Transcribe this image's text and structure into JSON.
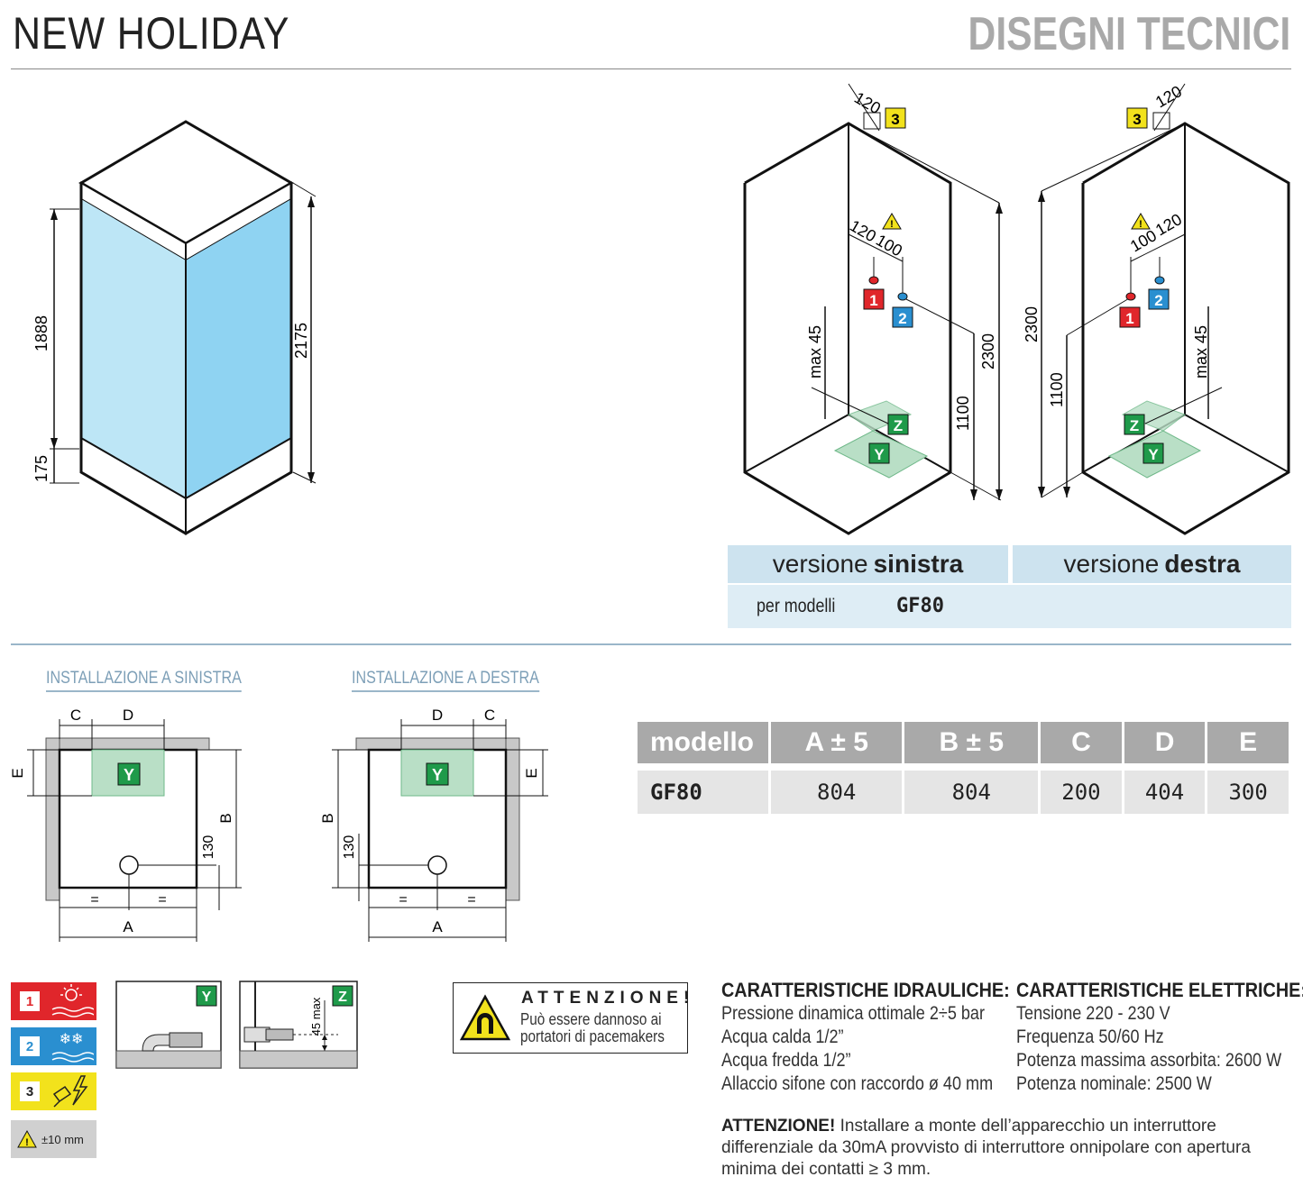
{
  "header": {
    "title_left": "NEW HOLIDAY",
    "title_right": "DISEGNI TECNICI"
  },
  "overview": {
    "dim_total_height": "2175",
    "dim_glass_height": "1888",
    "dim_base_height": "175"
  },
  "plan_left": {
    "dim_width": "120",
    "dim_hot": "120",
    "dim_cold": "100",
    "dim_max": "max 45",
    "dim_height": "2300",
    "dim_valve": "1100"
  },
  "plan_right": {
    "dim_width": "120",
    "dim_hot": "120",
    "dim_cold": "100",
    "dim_max": "max 45",
    "dim_height": "2300",
    "dim_valve": "1100"
  },
  "markers": {
    "hot": "1",
    "cold": "2",
    "electric": "3",
    "drain": "Y",
    "outlet": "Z"
  },
  "versions": {
    "left_prefix": "versione",
    "left_name": "sinistra",
    "right_prefix": "versione",
    "right_name": "destra",
    "models_label": "per modelli",
    "models_value": "GF80"
  },
  "installations": {
    "left_title": "INSTALLAZIONE A SINISTRA",
    "right_title": "INSTALLAZIONE A DESTRA",
    "labels": {
      "a": "A",
      "b": "B",
      "c": "C",
      "d": "D",
      "e": "E",
      "eq": "=",
      "dim130": "130"
    }
  },
  "spec_table": {
    "headers": [
      "modello",
      "A ± 5",
      "B ± 5",
      "C",
      "D",
      "E"
    ],
    "rows": [
      [
        "GF80",
        "804",
        "804",
        "200",
        "404",
        "300"
      ]
    ]
  },
  "legend": {
    "tolerance": "±10 mm",
    "z_detail": "45 max"
  },
  "warning": {
    "title": "ATTENZIONE!",
    "line1": "Può essere dannoso ai",
    "line2": "portatori di pacemakers"
  },
  "hydraulic": {
    "title": "CARATTERISTICHE IDRAULICHE:",
    "lines": [
      "Pressione dinamica ottimale 2÷5 bar",
      "Acqua calda 1/2”",
      "Acqua fredda 1/2”",
      "Allaccio sifone con raccordo ø 40 mm"
    ]
  },
  "electric": {
    "title": "CARATTERISTICHE ELETTRICHE:",
    "lines": [
      "Tensione 220 - 230 V",
      "Frequenza 50/60 Hz",
      "Potenza massima assorbita: 2600 W",
      "Potenza nominale: 2500 W"
    ]
  },
  "note": {
    "label": "ATTENZIONE!",
    "text": "Installare a monte dell’apparecchio un interruttore differenziale da 30mA provvisto di interruttore onnipolare con apertura minima dei contatti ≥ 3 mm."
  },
  "colors": {
    "hot": "#e0262b",
    "cold": "#2a8fd0",
    "electric": "#f2e21c",
    "drain": "#1f9a4a",
    "glass_left": "#bde6f6",
    "glass_right": "#8fd3f2",
    "version_band": "#cde3ef"
  }
}
